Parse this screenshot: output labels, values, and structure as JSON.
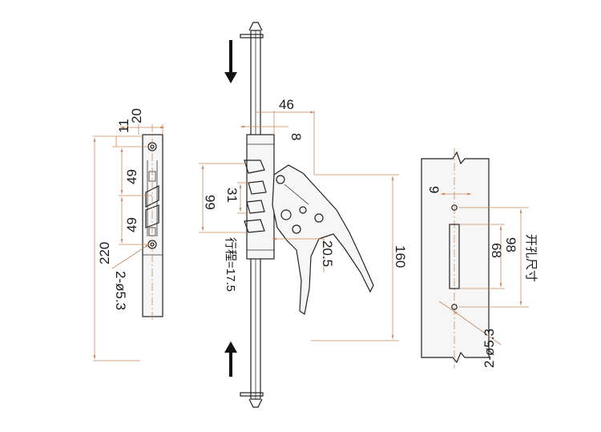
{
  "dimensions": {
    "d_46": "46",
    "d_8": "8",
    "d_20": "20",
    "d_11": "11",
    "d_49_top": "49",
    "d_49_bottom": "49",
    "d_220": "220",
    "d_hole_left": "2-ø5.3",
    "d_66": "66",
    "d_31": "31",
    "d_stroke": "行程=17.5",
    "d_20_5": "20.5",
    "d_160": "160",
    "d_9": "9",
    "d_68": "68",
    "d_98": "98",
    "d_cutout": "开孔尺寸",
    "d_hole_right": "2-ø5.3"
  },
  "colors": {
    "dimension_line": "#c8875a",
    "outline": "#222222",
    "text": "#1a1a1a"
  },
  "icons": {
    "arrow_down": "arrow-down-icon",
    "arrow_up": "arrow-up-icon"
  }
}
